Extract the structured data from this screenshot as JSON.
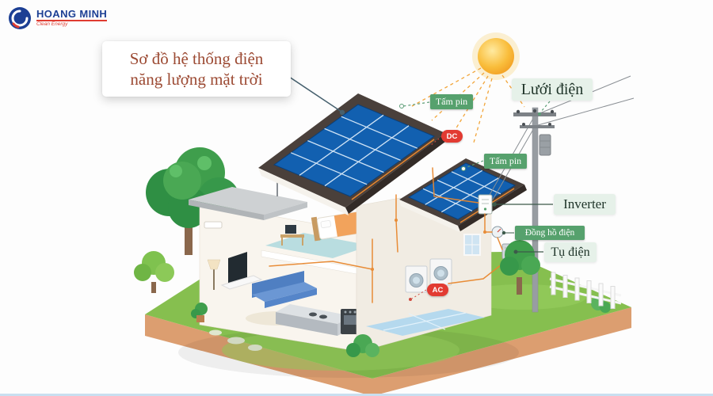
{
  "brand": {
    "name": "HOANG MINH",
    "tagline": "Clean Energy"
  },
  "title": {
    "line1": "Sơ đồ hệ thống điện",
    "line2": "năng lượng mặt trời"
  },
  "labels": {
    "panel_top": "Tấm pin",
    "panel_right": "Tấm pin",
    "grid": "Lưới điện",
    "inverter": "Inverter",
    "meter": "Đồng hồ điện",
    "capacitor": "Tụ điện",
    "dc": "DC",
    "ac": "AC"
  },
  "colors": {
    "brand_blue": "#1c3f94",
    "brand_red": "#e03c31",
    "title_text": "#9c4a33",
    "label_green": "#56a16d",
    "label_light_bg": "#e6f1e9",
    "label_dark_text": "#20352a",
    "badge_red": "#e23b32",
    "panel_blue": "#1260b0",
    "grass_green": "#86bf4f",
    "dirt_brown": "#dc9e70",
    "sun_orange": "#f5a623",
    "wire_orange": "#e8872e"
  }
}
